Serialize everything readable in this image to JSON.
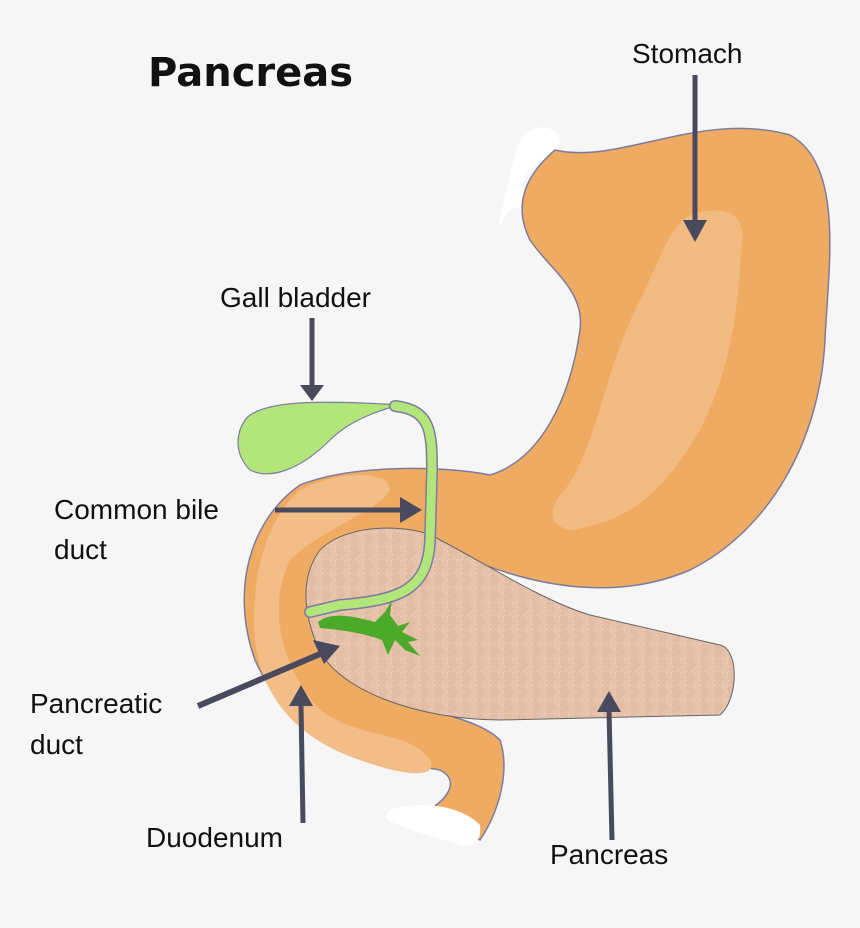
{
  "title": "Pancreas",
  "labels": {
    "stomach": "Stomach",
    "gall_bladder": "Gall bladder",
    "common_bile_duct_line1": "Common bile",
    "common_bile_duct_line2": "duct",
    "pancreatic_duct_line1": "Pancreatic",
    "pancreatic_duct_line2": "duct",
    "duodenum": "Duodenum",
    "pancreas": "Pancreas"
  },
  "colors": {
    "background": "#f6f6f6",
    "stomach": "#f0ab63",
    "stomach_highlight": "#f2bb82",
    "pancreas": "#e6c3aa",
    "gall_bladder": "#b3e67a",
    "pancreatic_duct": "#4caa2a",
    "arrow": "#4a4a5e",
    "outline": "#7c7ca0"
  }
}
